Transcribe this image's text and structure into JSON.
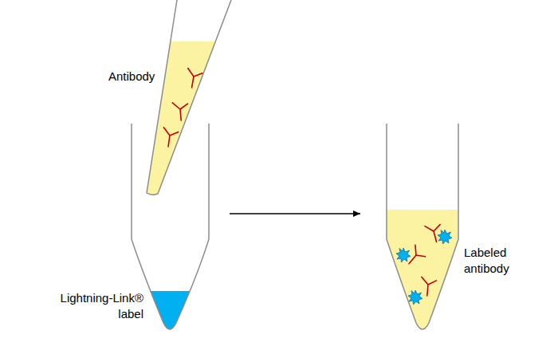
{
  "diagram": {
    "labels": [
      "Antibody",
      "Lightning-Link® label",
      "Labeled antibody"
    ]
  }
}
